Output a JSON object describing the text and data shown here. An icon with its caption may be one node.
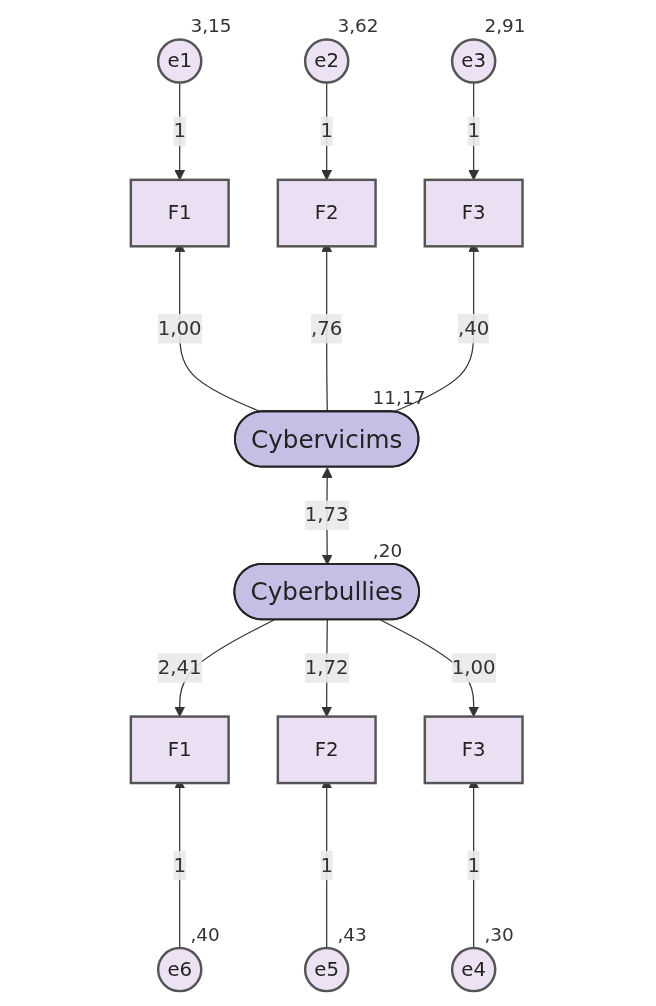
{
  "diagram": {
    "nodes": [
      {
        "text": [
          "e1"
        ],
        "beside": [
          "3,15"
        ]
      },
      {
        "text": [
          "e2"
        ],
        "beside": [
          "3,62"
        ]
      },
      {
        "text": [
          "e3"
        ],
        "beside": [
          "2,91"
        ]
      },
      {
        "text": [
          "F1"
        ]
      },
      {
        "text": [
          "F2"
        ]
      },
      {
        "text": [
          "F3"
        ]
      },
      {
        "text": [
          "Cybervicims"
        ],
        "beside": [
          "11,17"
        ]
      },
      {
        "text": [
          "Cyberbullies"
        ],
        "beside": [
          ",20"
        ]
      },
      {
        "text": [
          "F1"
        ]
      },
      {
        "text": [
          "F2"
        ]
      },
      {
        "text": [
          "F3"
        ]
      },
      {
        "text": [
          "e6"
        ],
        "beside": [
          ",40"
        ]
      },
      {
        "text": [
          "e5"
        ],
        "beside": [
          ",43"
        ]
      },
      {
        "text": [
          "e4"
        ],
        "beside": [
          ",30"
        ]
      }
    ],
    "edges": [
      {
        "from": 0,
        "to": 3,
        "arrow": "to",
        "label": "1"
      },
      {
        "from": 1,
        "to": 4,
        "arrow": "to",
        "label": "1"
      },
      {
        "from": 2,
        "to": 5,
        "arrow": "to",
        "label": "1"
      },
      {
        "from": 6,
        "to": 3,
        "arrow": "to",
        "label": "1,00"
      },
      {
        "from": 6,
        "to": 4,
        "arrow": "to",
        "label": ",76"
      },
      {
        "from": 6,
        "to": 5,
        "arrow": "to",
        "label": ",40"
      },
      {
        "from": 7,
        "to": 6,
        "arrow": "both",
        "label": "1,73"
      },
      {
        "from": 7,
        "to": 8,
        "arrow": "to",
        "label": "2,41"
      },
      {
        "from": 7,
        "to": 9,
        "arrow": "to",
        "label": "1,72"
      },
      {
        "from": 7,
        "to": 10,
        "arrow": "to",
        "label": "1,00"
      },
      {
        "from": 11,
        "to": 8,
        "arrow": "to",
        "label": "1"
      },
      {
        "from": 12,
        "to": 9,
        "arrow": "to",
        "label": "1"
      },
      {
        "from": 13,
        "to": 10,
        "arrow": "to",
        "label": "1"
      }
    ]
  }
}
